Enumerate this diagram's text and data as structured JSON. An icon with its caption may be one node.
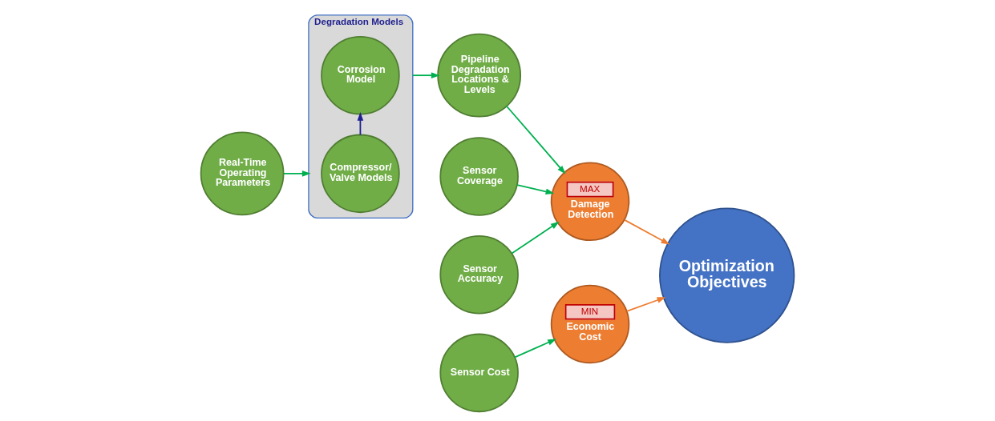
{
  "diagram": {
    "nodes": [
      {
        "text": [
          "Real-Time Operating Parameters"
        ]
      },
      {
        "text": [
          "Degradation Models"
        ]
      },
      {
        "text": [
          "Compressor/ Valve Models"
        ],
        "in": 1
      },
      {
        "text": [
          "Corrosion Model"
        ],
        "in": 1
      },
      {
        "text": [
          "Pipeline Degradation Locations & Levels"
        ]
      },
      {
        "text": [
          "Sensor Coverage"
        ]
      },
      {
        "text": [
          "Sensor Accuracy"
        ]
      },
      {
        "text": [
          "Sensor Cost"
        ]
      },
      {
        "text": [
          "MAX",
          "Damage Detection"
        ]
      },
      {
        "text": [
          "MIN",
          "Economic Cost"
        ]
      },
      {
        "text": [
          "Optimization Objectives"
        ]
      }
    ],
    "edges": [
      {
        "from": 0,
        "to": 1,
        "arrow": "to"
      },
      {
        "from": 2,
        "to": 3,
        "arrow": "to",
        "color": "#1f1f8f"
      },
      {
        "from": 1,
        "to": 4,
        "arrow": "to"
      },
      {
        "from": 4,
        "to": 8,
        "arrow": "to"
      },
      {
        "from": 5,
        "to": 8,
        "arrow": "to"
      },
      {
        "from": 6,
        "to": 8,
        "arrow": "to"
      },
      {
        "from": 7,
        "to": 9,
        "arrow": "to"
      },
      {
        "from": 8,
        "to": 10,
        "arrow": "to",
        "color": "#ed7d31"
      },
      {
        "from": 9,
        "to": 10,
        "arrow": "to",
        "color": "#ed7d31"
      }
    ]
  }
}
